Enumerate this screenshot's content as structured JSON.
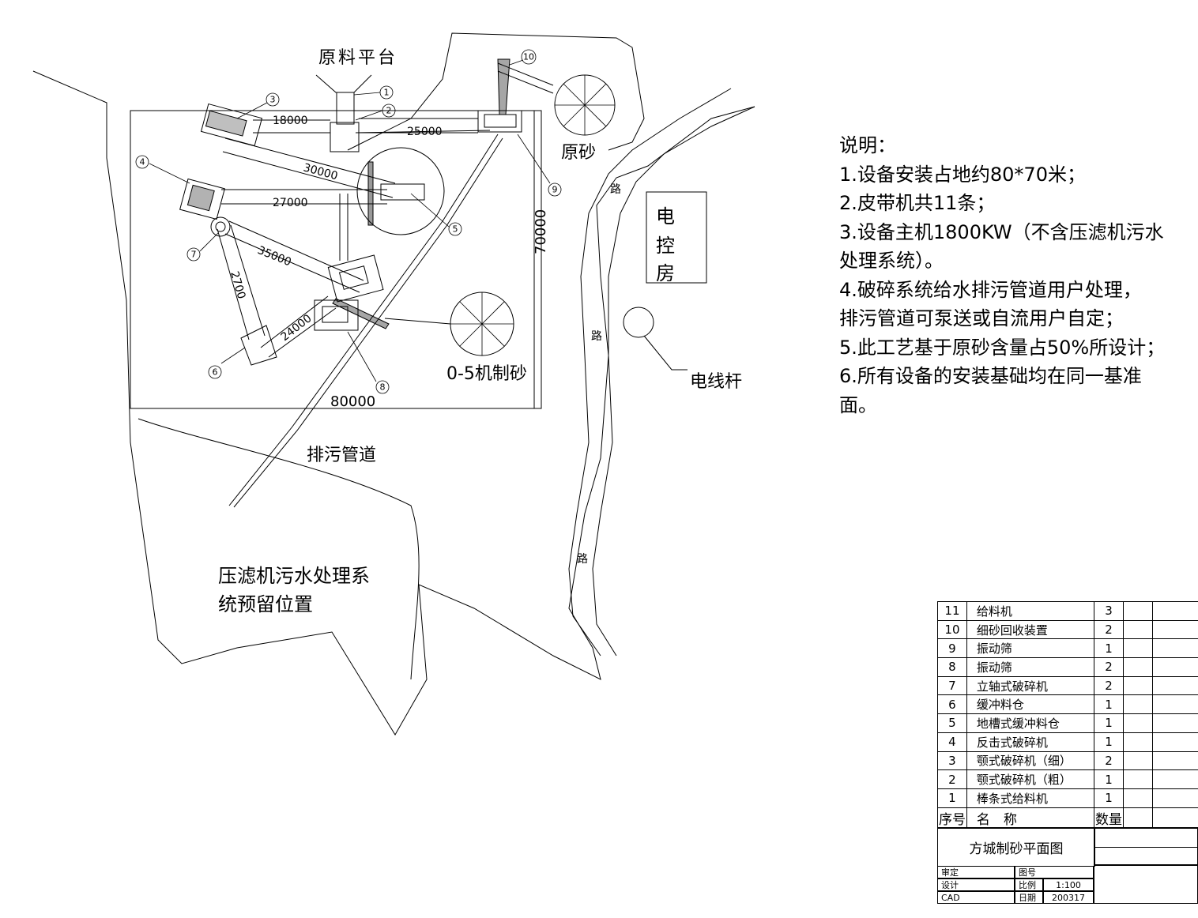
{
  "labels": {
    "raw_platform": "原料平台",
    "raw_sand": "原砂",
    "control_room": [
      "电",
      "控",
      "房"
    ],
    "road": "路",
    "pole": "电线杆",
    "sand_product": "0-5机制砂",
    "sewage_pipe": "排污管道",
    "reserved_area": [
      "压滤机污水处理系",
      "统预留位置"
    ]
  },
  "dimensions": {
    "d18000": "18000",
    "d25000": "25000",
    "d30000": "30000",
    "d27000_h": "27000",
    "d35000": "35000",
    "d27000_v": "2700",
    "d24000": "24000",
    "d70000": "70000",
    "d80000": "80000"
  },
  "callouts": [
    "1",
    "2",
    "3",
    "4",
    "5",
    "6",
    "7",
    "8",
    "9",
    "10"
  ],
  "notes": {
    "title": "说明：",
    "items": [
      "1.设备安装占地约80*70米；",
      "2.皮带机共11条；",
      "3.设备主机1800KW（不含压滤机污水",
      "处理系统）。",
      "4.破碎系统给水排污管道用户处理，",
      "排污管道可泵送或自流用户自定；",
      "5.此工艺基于原砂含量占50%所设计；",
      "6.所有设备的安装基础均在同一基准",
      "面。"
    ]
  },
  "bom": {
    "rows": [
      {
        "no": "11",
        "name": "给料机",
        "qty": "3"
      },
      {
        "no": "10",
        "name": "细砂回收装置",
        "qty": "2"
      },
      {
        "no": "9",
        "name": "振动筛",
        "qty": "1"
      },
      {
        "no": "8",
        "name": "振动筛",
        "qty": "2"
      },
      {
        "no": "7",
        "name": "立轴式破碎机",
        "qty": "2"
      },
      {
        "no": "6",
        "name": "缓冲料仓",
        "qty": "1"
      },
      {
        "no": "5",
        "name": "地槽式缓冲料仓",
        "qty": "1"
      },
      {
        "no": "4",
        "name": "反击式破碎机",
        "qty": "1"
      },
      {
        "no": "3",
        "name": "颚式破碎机（细）",
        "qty": "2"
      },
      {
        "no": "2",
        "name": "颚式破碎机（粗）",
        "qty": "1"
      },
      {
        "no": "1",
        "name": "棒条式给料机",
        "qty": "1"
      }
    ],
    "header": {
      "no": "序号",
      "name": "名　称",
      "qty": "数量"
    }
  },
  "title_block": {
    "drawing_title": "方城制砂平面图",
    "review": "审定",
    "design": "设计",
    "cad": "CAD",
    "drawing_no_label": "图号",
    "scale_label": "比例",
    "scale": "1:100",
    "date_label": "日期",
    "date": "200317"
  }
}
